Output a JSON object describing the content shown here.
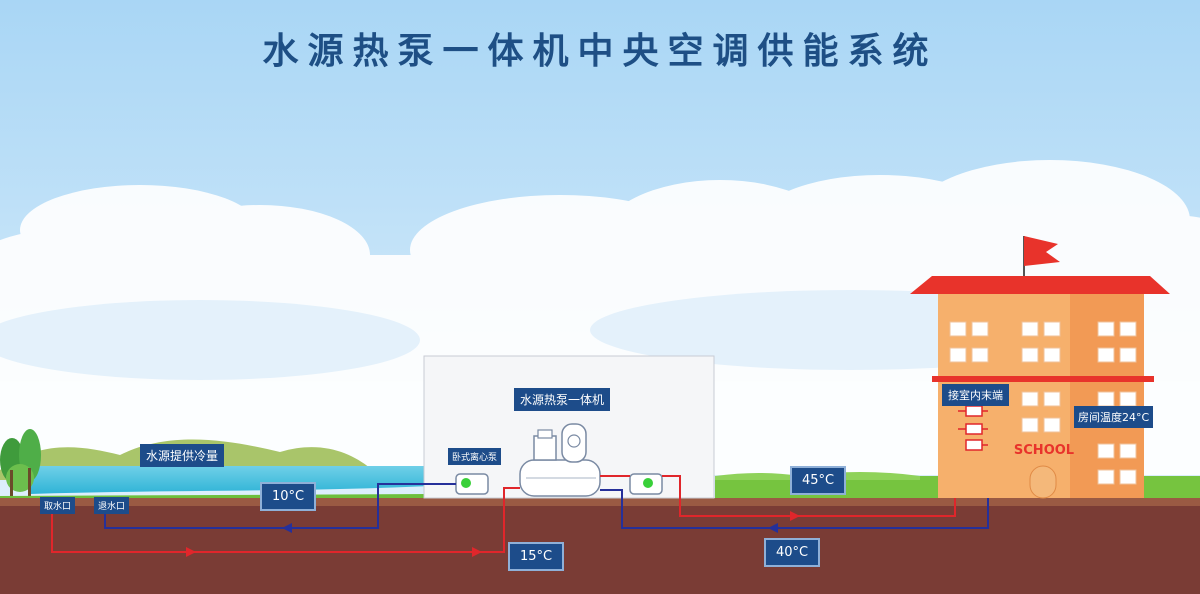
{
  "title": "水源热泵一体机中央空调供能系统",
  "labels": {
    "unit_title": "水源热泵一体机",
    "pump": "卧式离心泵",
    "water_source": "水源提供冷量",
    "intake": "取水口",
    "return_outlet": "退水口",
    "indoor_terminal": "接室内末端",
    "room_temp": "房间温度24°C",
    "school": "SCHOOL"
  },
  "temperatures": {
    "t_10": "10°C",
    "t_15": "15°C",
    "t_45": "45°C",
    "t_40": "40°C"
  },
  "colors": {
    "supply_pipe": "#e0262b",
    "return_pipe": "#26309a",
    "label_bg": "#1d4c8a",
    "title": "#1e4f85",
    "building": "#f6b06c",
    "roof": "#e8332b"
  }
}
